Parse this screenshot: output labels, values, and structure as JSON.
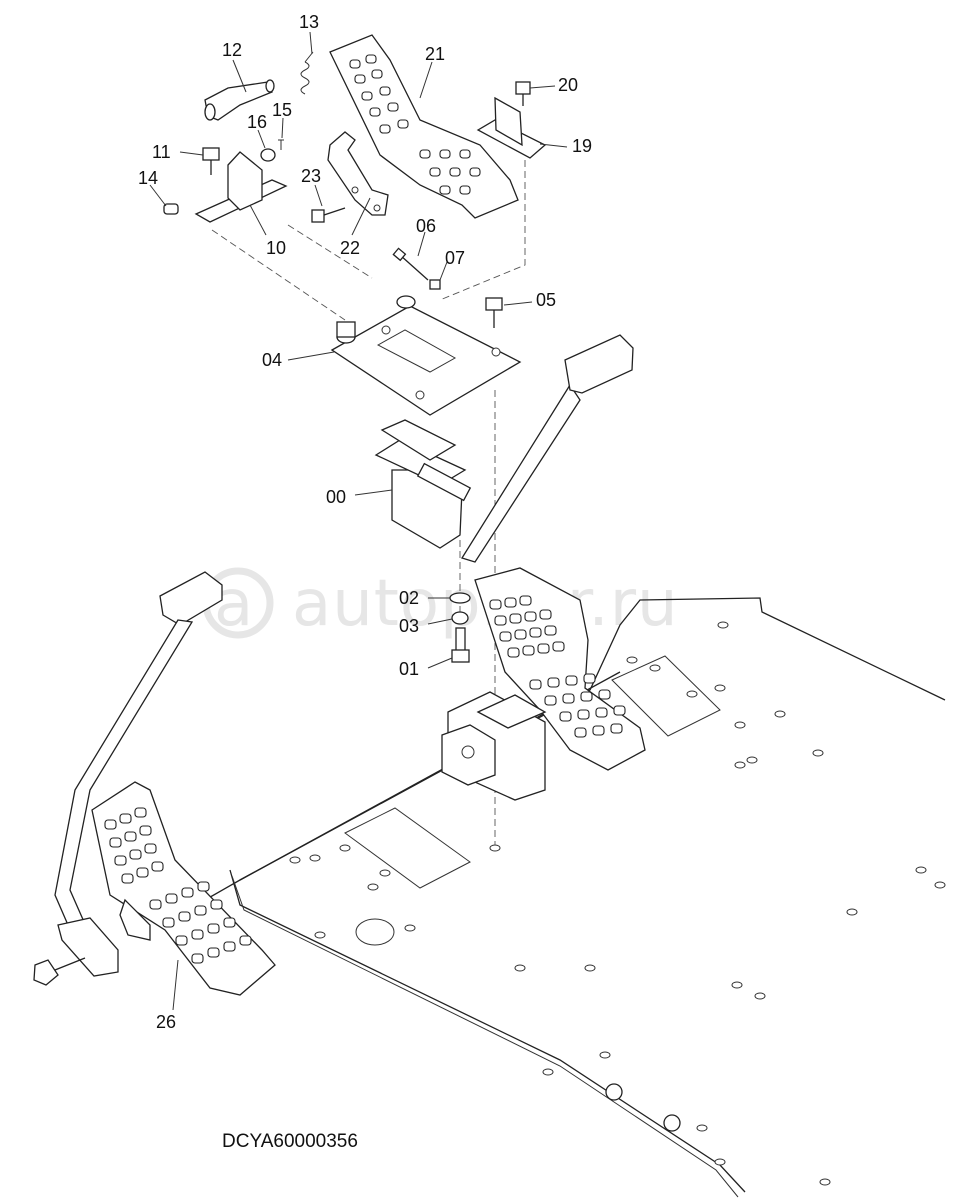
{
  "drawing_code": "DCYA60000356",
  "watermark": "autopiter.ru",
  "callouts": [
    {
      "id": "13",
      "label": "13"
    },
    {
      "id": "12",
      "label": "12"
    },
    {
      "id": "21",
      "label": "21"
    },
    {
      "id": "20",
      "label": "20"
    },
    {
      "id": "15",
      "label": "15"
    },
    {
      "id": "16",
      "label": "16"
    },
    {
      "id": "11",
      "label": "11"
    },
    {
      "id": "19",
      "label": "19"
    },
    {
      "id": "14",
      "label": "14"
    },
    {
      "id": "23",
      "label": "23"
    },
    {
      "id": "10",
      "label": "10"
    },
    {
      "id": "22",
      "label": "22"
    },
    {
      "id": "06",
      "label": "06"
    },
    {
      "id": "07",
      "label": "07"
    },
    {
      "id": "05",
      "label": "05"
    },
    {
      "id": "04",
      "label": "04"
    },
    {
      "id": "00",
      "label": "00"
    },
    {
      "id": "02",
      "label": "02"
    },
    {
      "id": "03",
      "label": "03"
    },
    {
      "id": "01",
      "label": "01"
    },
    {
      "id": "26",
      "label": "26"
    }
  ]
}
